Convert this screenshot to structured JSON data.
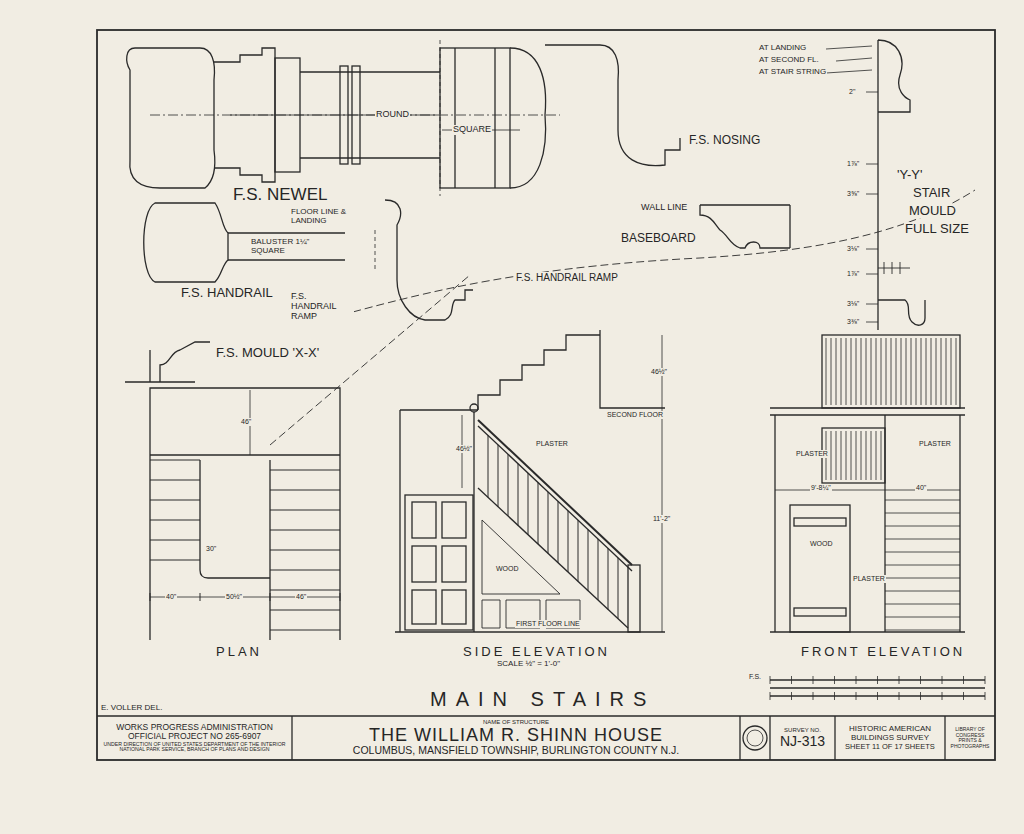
{
  "diagram": {
    "title": "MAIN STAIRS",
    "nodes": [
      {
        "text": [
          "WORKS PROGRESS ADMINISTRATION",
          "OFFICIAL PROJECT NO 265-6907",
          "UNDER DIRECTION OF UNITED STATES DEPARTMENT OF THE INTERIOR NATIONAL PARK SERVICE, BRANCH OF PLANS AND DESIGN"
        ]
      },
      {
        "text": [
          "NAME OF STRUCTURE",
          "THE WILLIAM R. SHINN HOUSE",
          "COLUMBUS, MANSFIELD TOWNSHIP, BURLINGTON COUNTY N.J."
        ]
      },
      {
        "text": [
          "SURVEY NO.",
          "NJ-313"
        ]
      },
      {
        "text": [
          "HISTORIC AMERICAN BUILDINGS SURVEY",
          "SHEET 11 OF 17 SHEETS"
        ]
      },
      {
        "text": [
          "LIBRARY OF CONGRESS",
          "PRINTS & PHOTOGRAPHS"
        ]
      }
    ],
    "labels": [
      "F.S. NEWEL",
      "ROUND",
      "SQUARE",
      "F.S. NOSING",
      "AT LANDING",
      "AT SECOND FL.",
      "AT STAIR STRING",
      "'Y-Y'",
      "STAIR",
      "MOULD",
      "FULL SIZE",
      "FLOOR LINE & LANDING",
      "BALUSTER 1¼\" SQUARE",
      "F.S. HANDRAIL",
      "F.S. HANDRAIL RAMP",
      "WALL LINE",
      "BASEBOARD",
      "F.S. HANDRAIL RAMP",
      "F.S. MOULD 'X-X'",
      "PLAN",
      "SIDE ELEVATION",
      "SCALE ½\" = 1'-0\"",
      "FRONT ELEVATION",
      "SECOND FLOOR",
      "FIRST FLOOR LINE",
      "PLASTER",
      "PLASTER",
      "PLASTER",
      "PLASTER",
      "WOOD",
      "WOOD",
      "9'-8¼\"",
      "40\"",
      "46\"",
      "40\"",
      "50½\"",
      "46\"",
      "30\"",
      "46½\"",
      "46½\"",
      "11'-2\"",
      "2\"",
      "1⅞\"",
      "3⅝\"",
      "3⅛\"",
      "1⅞\"",
      "3⅛\"",
      "3⅜\"",
      "E. VOLLER DEL.",
      "F.S."
    ]
  }
}
